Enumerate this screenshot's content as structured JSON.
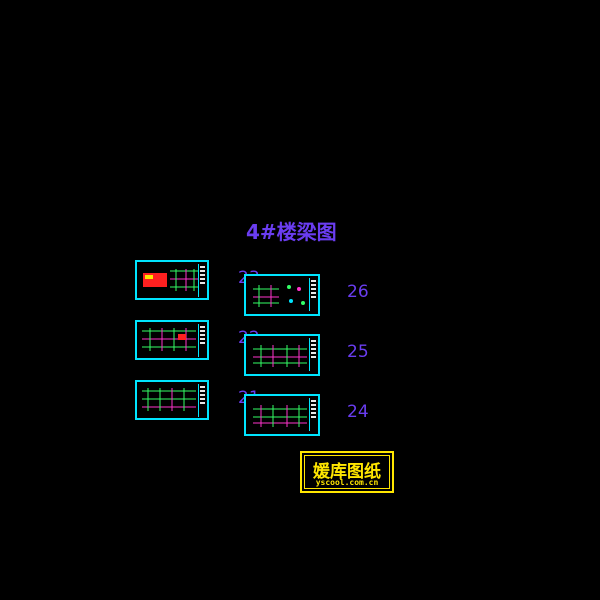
{
  "drawing": {
    "title": "4#楼梁图",
    "colors": {
      "background": "#000000",
      "frame": "#00e5ff",
      "title": "#6a3df0",
      "logo": "#ffe600",
      "plan_main": "#33ff66",
      "plan_accent": "#ff33cc",
      "plan_red": "#ff2020"
    },
    "left_sheets": [
      {
        "label": "23"
      },
      {
        "label": "22"
      },
      {
        "label": "21"
      }
    ],
    "right_sheets": [
      {
        "label": "26"
      },
      {
        "label": "25"
      },
      {
        "label": "24"
      }
    ]
  },
  "logo": {
    "name": "媛库图纸",
    "url": "yscool.com.cn"
  }
}
